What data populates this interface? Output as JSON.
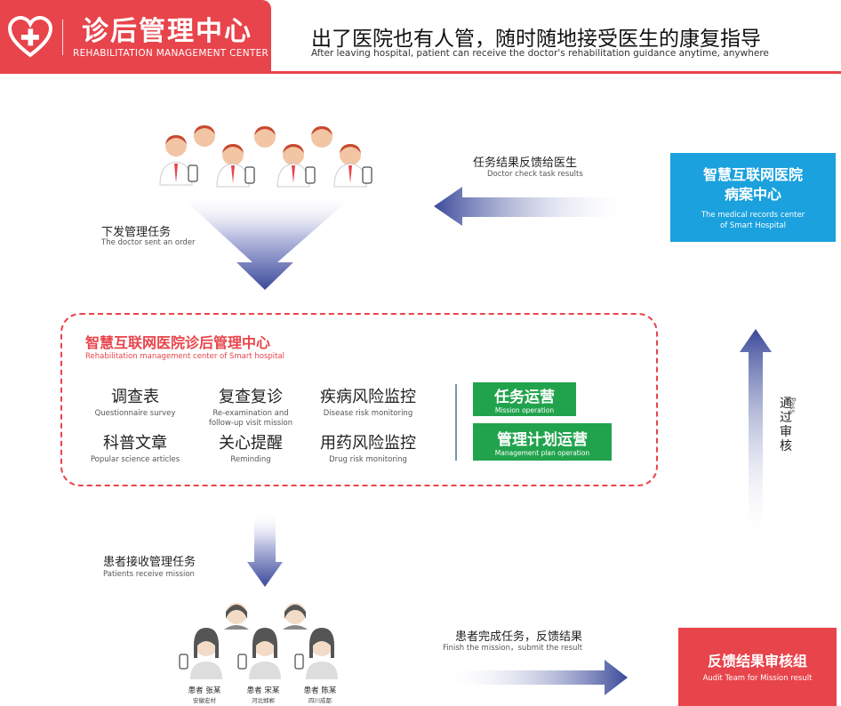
{
  "header": {
    "title": "诊后管理中心",
    "title_en": "REHABILITATION MANAGEMENT CENTER",
    "slogan": "出了医院也有人管，随时随地接受医生的康复指导",
    "slogan_en": "After leaving hospital, patient can receive the doctor's rehabilitation guidance anytime, anywhere"
  },
  "flow": {
    "send_order": {
      "cn": "下发管理任务",
      "en": "The doctor sent an order"
    },
    "feedback_doctor": {
      "cn": "任务结果反馈给医生",
      "en": "Doctor check task results"
    },
    "patients_receive": {
      "cn": "患者接收管理任务",
      "en": "Patients receive mission"
    },
    "finish": {
      "cn": "患者完成任务，反馈结果",
      "en": "Finish the mission，submit the result"
    },
    "audit": {
      "cn": "通过审核",
      "en": "Pass"
    }
  },
  "records_center": {
    "cn": "智慧互联网医院病案中心",
    "cn_line1": "智慧互联网医院",
    "cn_line2": "病案中心",
    "en_line1": "The medical records center",
    "en_line2": "of Smart Hospital"
  },
  "center": {
    "title": "智慧互联网医院诊后管理中心",
    "title_en": "Rehabilitation management center of Smart hospital",
    "items": [
      {
        "cn": "调查表",
        "en": "Questionnaire survey"
      },
      {
        "cn": "复查复诊",
        "en": "Re-examination and follow-up visit mission"
      },
      {
        "cn": "疾病风险监控",
        "en": "Disease risk monitoring"
      },
      {
        "cn": "科普文章",
        "en": "Popular science articles"
      },
      {
        "cn": "关心提醒",
        "en": "Reminding"
      },
      {
        "cn": "用药风险监控",
        "en": "Drug risk monitoring"
      }
    ],
    "ops": [
      {
        "cn": "任务运营",
        "en": "Mission operation"
      },
      {
        "cn": "管理计划运营",
        "en": "Management plan operation"
      }
    ]
  },
  "audit_team": {
    "cn": "反馈结果审核组",
    "en": "Audit Team for Mission result"
  },
  "patients": [
    {
      "name": "患者 张某",
      "loc": "安徽宏村"
    },
    {
      "name": "患者 宋某",
      "loc": "河北邯郸"
    },
    {
      "name": "患者 陈某",
      "loc": "四川成都"
    }
  ],
  "colors": {
    "brand_red": "#e8444b",
    "blue": "#1aa1de",
    "green": "#21a34d",
    "arrow": "#3b4a9a"
  }
}
